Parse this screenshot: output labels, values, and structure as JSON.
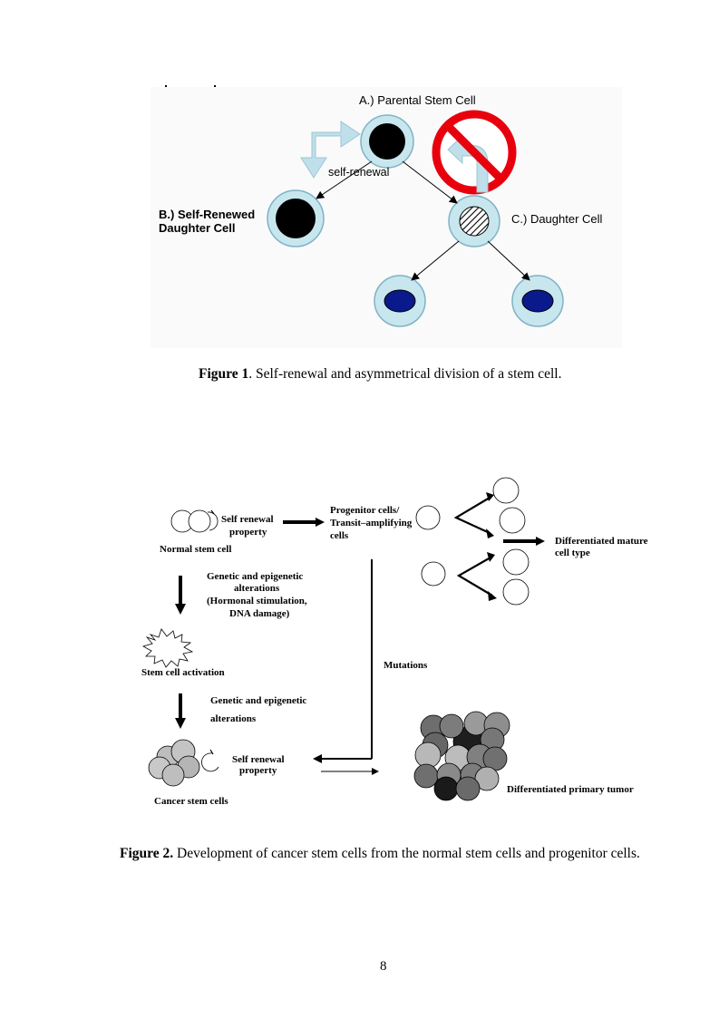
{
  "figure1": {
    "labels": {
      "parental": "A.) Parental Stem Cell",
      "self_renewal": "self-renewal",
      "self_renewed_line1": "B.) Self-Renewed",
      "self_renewed_line2": "Daughter Cell",
      "daughter": "C.) Daughter Cell"
    },
    "caption_label": "Figure 1",
    "caption_text": ". Self-renewal and asymmetrical division of a stem cell."
  },
  "figure2": {
    "labels": {
      "self_renewal_1a": "Self renewal",
      "self_renewal_1b": "property",
      "normal_stem_cell": "Normal  stem cell",
      "progenitor_1": "Progenitor cells/",
      "progenitor_2": "Transit–amplifying",
      "progenitor_3": "cells",
      "differentiated_1": "Differentiated mature",
      "differentiated_2": "cell type",
      "genetic1_1": "Genetic and epigenetic",
      "genetic1_2": "alterations",
      "genetic1_3": "(Hormonal stimulation,",
      "genetic1_4": "DNA damage)",
      "activation": "Stem cell activation",
      "mutations": "Mutations",
      "genetic2_1": "Genetic and epigenetic",
      "genetic2_2": "alterations",
      "self_renewal_2a": "Self renewal",
      "self_renewal_2b": "property",
      "cancer_stem_cells": "Cancer stem cells",
      "primary_tumor": "Differentiated primary tumor"
    },
    "caption_label": "Figure 2.",
    "caption_text": " Development of cancer stem cells from the normal stem cells and progenitor cells."
  },
  "page_number": "8"
}
